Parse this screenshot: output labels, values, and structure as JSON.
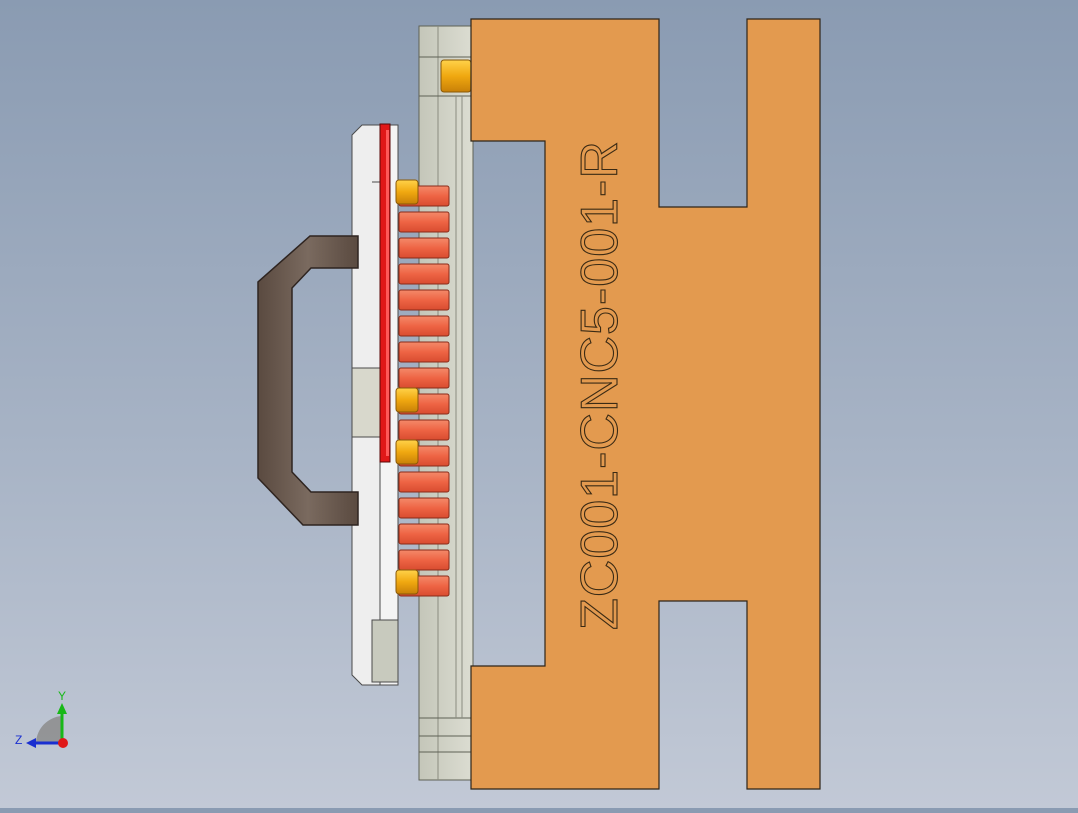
{
  "model": {
    "part_label": "ZC001-CNC5-001-R"
  },
  "triad": {
    "y_label": "Y",
    "z_label": "Z",
    "colors": {
      "y": "#18b818",
      "z": "#1a2fd0",
      "x": "#e01818"
    }
  },
  "colors": {
    "background_top": "#8a9bb2",
    "background_bottom": "#c2c9d6",
    "fixture_body": "#e39a4f",
    "handle": "#6b5a4f",
    "bolts_red": "#f07050",
    "frame_red": "#e01818",
    "gold": "#f0b820"
  }
}
